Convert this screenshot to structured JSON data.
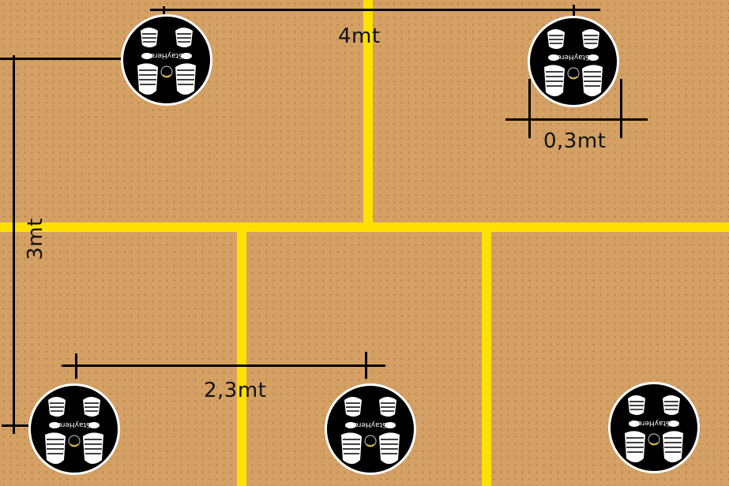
{
  "colors": {
    "floor": "#d4a064",
    "lane_marking": "#ffe000",
    "measure_line": "#000000",
    "sticker_bg": "#000000",
    "sticker_border": "#ffffff"
  },
  "measurements": {
    "width_top": "4mt",
    "sticker_diameter": "0,3mt",
    "height_left": "3mt",
    "width_bottom": "2,3mt"
  },
  "stickers": [
    {
      "position": "top-left",
      "brand": "StayHere"
    },
    {
      "position": "top-right",
      "brand": "StayHere"
    },
    {
      "position": "bottom-left",
      "brand": "StayHere"
    },
    {
      "position": "bottom-center",
      "brand": "StayHere"
    },
    {
      "position": "bottom-right",
      "brand": "StayHere"
    }
  ]
}
